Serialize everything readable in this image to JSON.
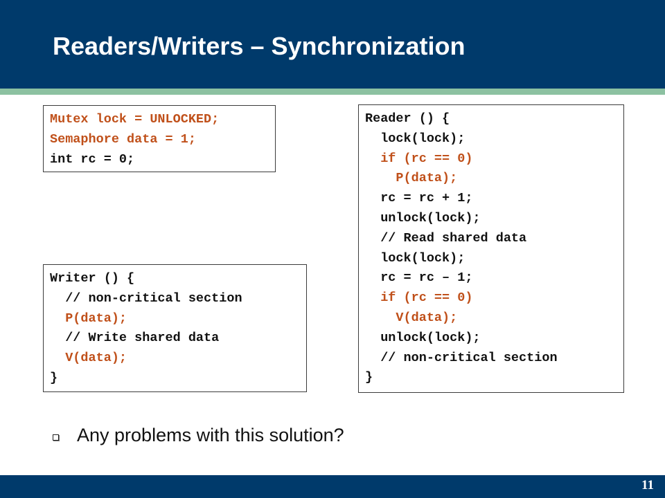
{
  "slide": {
    "title": "Readers/Writers – Synchronization",
    "page_number": "11"
  },
  "colors": {
    "header_bg": "#003a6b",
    "accent_stripe": "#8cc1a1",
    "code_highlight": "#c0501a"
  },
  "declarations": {
    "lines": [
      {
        "text": "Mutex lock = UNLOCKED;",
        "highlight": true
      },
      {
        "text": "Semaphore data = 1;",
        "highlight": true
      },
      {
        "text": "int rc = 0;",
        "highlight": false
      }
    ]
  },
  "writer": {
    "lines": [
      {
        "text": "Writer () {",
        "highlight": false
      },
      {
        "text": "  // non-critical section",
        "highlight": false
      },
      {
        "text": "  P(data);",
        "highlight": true
      },
      {
        "text": "  // Write shared data",
        "highlight": false
      },
      {
        "text": "  V(data);",
        "highlight": true
      },
      {
        "text": "}",
        "highlight": false
      }
    ]
  },
  "reader": {
    "lines": [
      {
        "text": "Reader () {",
        "highlight": false
      },
      {
        "text": "  lock(lock);",
        "highlight": false
      },
      {
        "text": "  if (rc == 0)",
        "highlight": true
      },
      {
        "text": "    P(data);",
        "highlight": true
      },
      {
        "text": "  rc = rc + 1;",
        "highlight": false
      },
      {
        "text": "  unlock(lock);",
        "highlight": false
      },
      {
        "text": "  // Read shared data",
        "highlight": false
      },
      {
        "text": "  lock(lock);",
        "highlight": false
      },
      {
        "text": "  rc = rc – 1;",
        "highlight": false
      },
      {
        "text": "  if (rc == 0)",
        "highlight": true
      },
      {
        "text": "    V(data);",
        "highlight": true
      },
      {
        "text": "  unlock(lock);",
        "highlight": false
      },
      {
        "text": "  // non-critical section",
        "highlight": false
      },
      {
        "text": "}",
        "highlight": false
      }
    ]
  },
  "bullet": {
    "icon": "hollow-square-bullet-icon",
    "text": "Any problems with this solution?"
  }
}
